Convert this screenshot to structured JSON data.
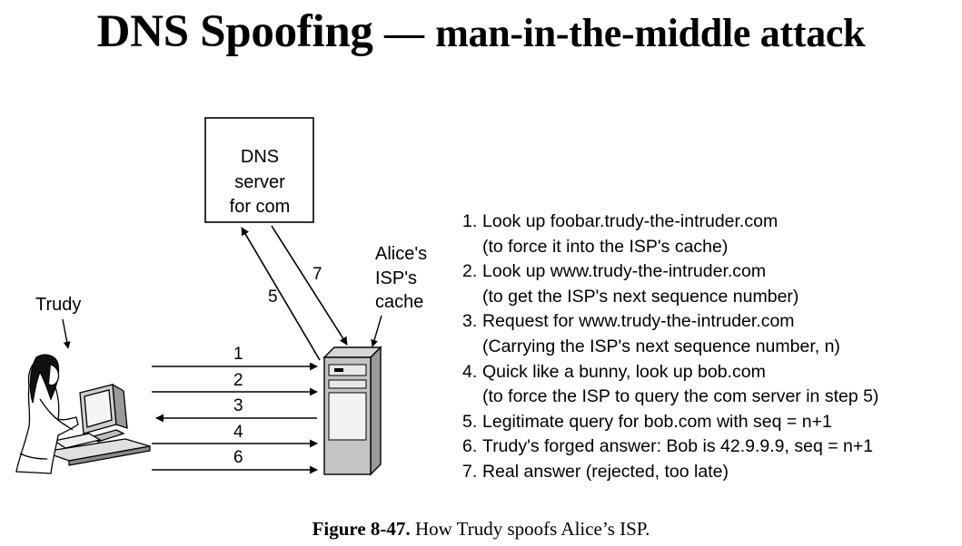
{
  "title": {
    "main": "DNS Spoofing",
    "separator": "—",
    "sub": "man-in-the-middle attack"
  },
  "nodes": {
    "dns_server": [
      "DNS",
      "server",
      "for com"
    ],
    "isp_cache": [
      "Alice's",
      "ISP's",
      "cache"
    ],
    "trudy": "Trudy"
  },
  "arrows": {
    "upper_left": "5",
    "upper_right": "7",
    "left": [
      "1",
      "2",
      "3",
      "4",
      "6"
    ]
  },
  "steps": [
    {
      "num": "1.",
      "line1": "Look up foobar.trudy-the-intruder.com",
      "line2": "(to force it into the ISP's cache)"
    },
    {
      "num": "2.",
      "line1": "Look up www.trudy-the-intruder.com",
      "line2": "(to get the ISP's next sequence number)"
    },
    {
      "num": "3.",
      "line1": "Request for www.trudy-the-intruder.com",
      "line2": "(Carrying the ISP's next sequence number, n)"
    },
    {
      "num": "4.",
      "line1": "Quick like a bunny, look up bob.com",
      "line2": "(to force the ISP to query the com server in step 5)"
    },
    {
      "num": "5.",
      "line1": "Legitimate query for bob.com with seq = n+1",
      "line2": ""
    },
    {
      "num": "6.",
      "line1": "Trudy's forged answer: Bob is 42.9.9.9, seq = n+1",
      "line2": ""
    },
    {
      "num": "7.",
      "line1": "Real answer (rejected, too late)",
      "line2": ""
    }
  ],
  "caption": {
    "label": "Figure 8-47.",
    "text": "How Trudy spoofs Alice’s ISP."
  }
}
